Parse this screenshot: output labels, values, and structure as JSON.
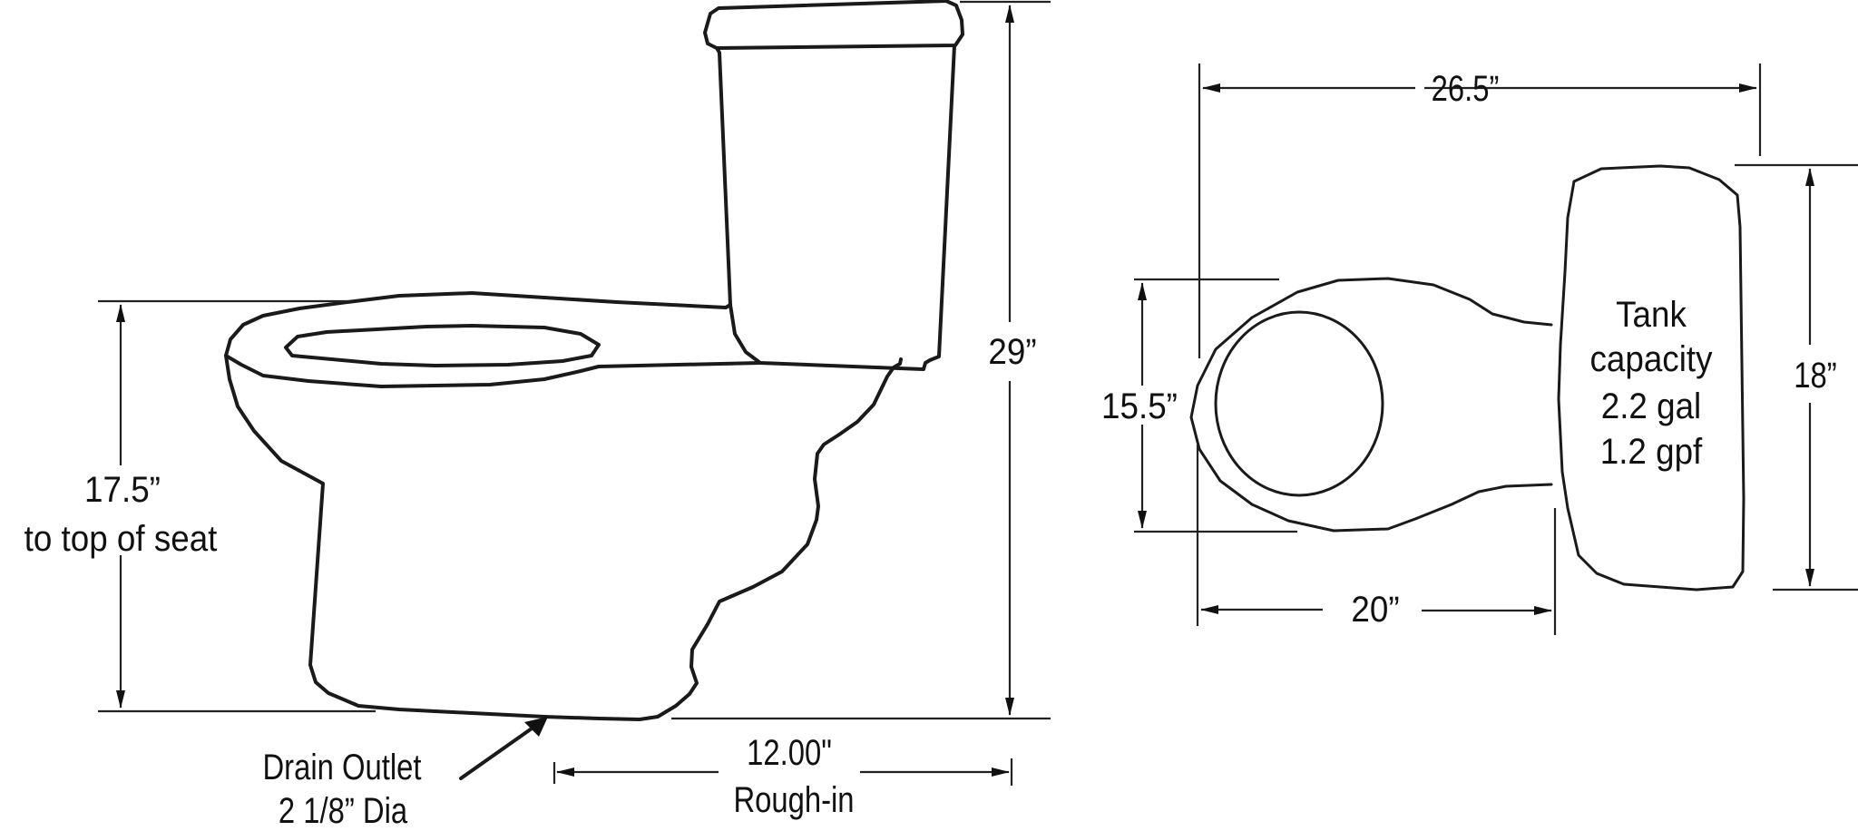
{
  "side_view": {
    "seat_height": {
      "value": "17.5”",
      "caption": "to top of seat"
    },
    "overall_height": {
      "value": "29”"
    },
    "rough_in": {
      "value": "12.00\"",
      "caption": "Rough-in"
    },
    "drain_outlet": {
      "line1": "Drain Outlet",
      "line2": "2 1/8” Dia"
    }
  },
  "top_view": {
    "overall_length": {
      "value": "26.5”"
    },
    "bowl_width": {
      "value": "15.5”"
    },
    "bowl_length": {
      "value": "20”"
    },
    "tank_depth": {
      "value": "18”"
    },
    "tank_note": {
      "line1": "Tank",
      "line2": "capacity",
      "line3": "2.2 gal",
      "line4": "1.2 gpf"
    }
  },
  "colors": {
    "line": "#1a1a1a",
    "background": "#ffffff"
  }
}
